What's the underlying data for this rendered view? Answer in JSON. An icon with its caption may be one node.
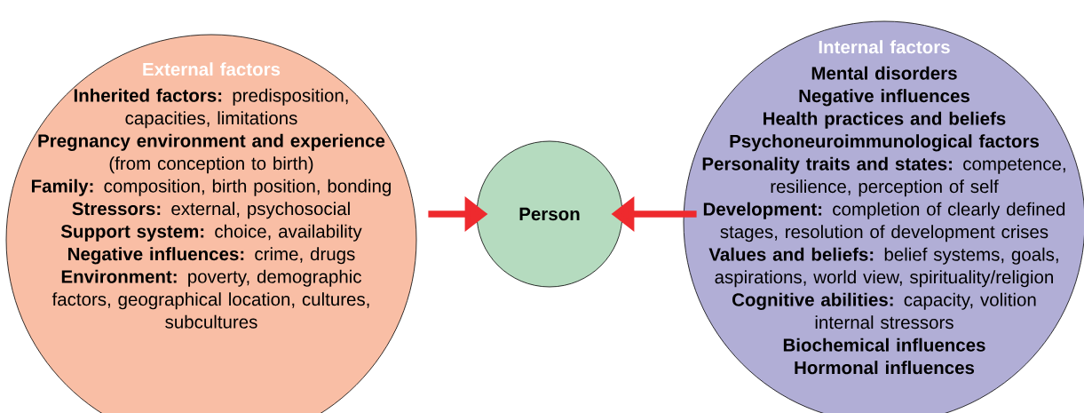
{
  "diagram": {
    "nodes": [
      {
        "text": [
          "External factors",
          "**Inherited factors:** predisposition, capacities, limitations",
          "**Pregnancy environment and experience** (from conception to birth)",
          "**Family:** composition, birth position, bonding",
          "**Stressors:** external, psychosocial",
          "**Support system:** choice, availability",
          "**Negative influences:** crime, drugs",
          "**Environment:** poverty, demographic factors, geographical location, cultures, subcultures"
        ]
      },
      {
        "text": [
          "Person"
        ]
      },
      {
        "text": [
          "Internal factors",
          "Mental disorders",
          "Negative influences",
          "Health practices and beliefs",
          "Psychoneuroimmunological factors",
          "**Personality traits and states:** competence, resilience, perception of self",
          "**Development:** completion of clearly defined stages, resolution of development crises",
          "**Values and beliefs:** belief systems, goals, aspirations, world view, spirituality/religion",
          "**Cognitive abilities:** capacity, volition internal stressors",
          "Biochemical influences",
          "Hormonal influences"
        ]
      }
    ],
    "edges": [
      {
        "from": 0,
        "to": 1,
        "arrow": "to"
      },
      {
        "from": 2,
        "to": 1,
        "arrow": "to"
      }
    ]
  }
}
